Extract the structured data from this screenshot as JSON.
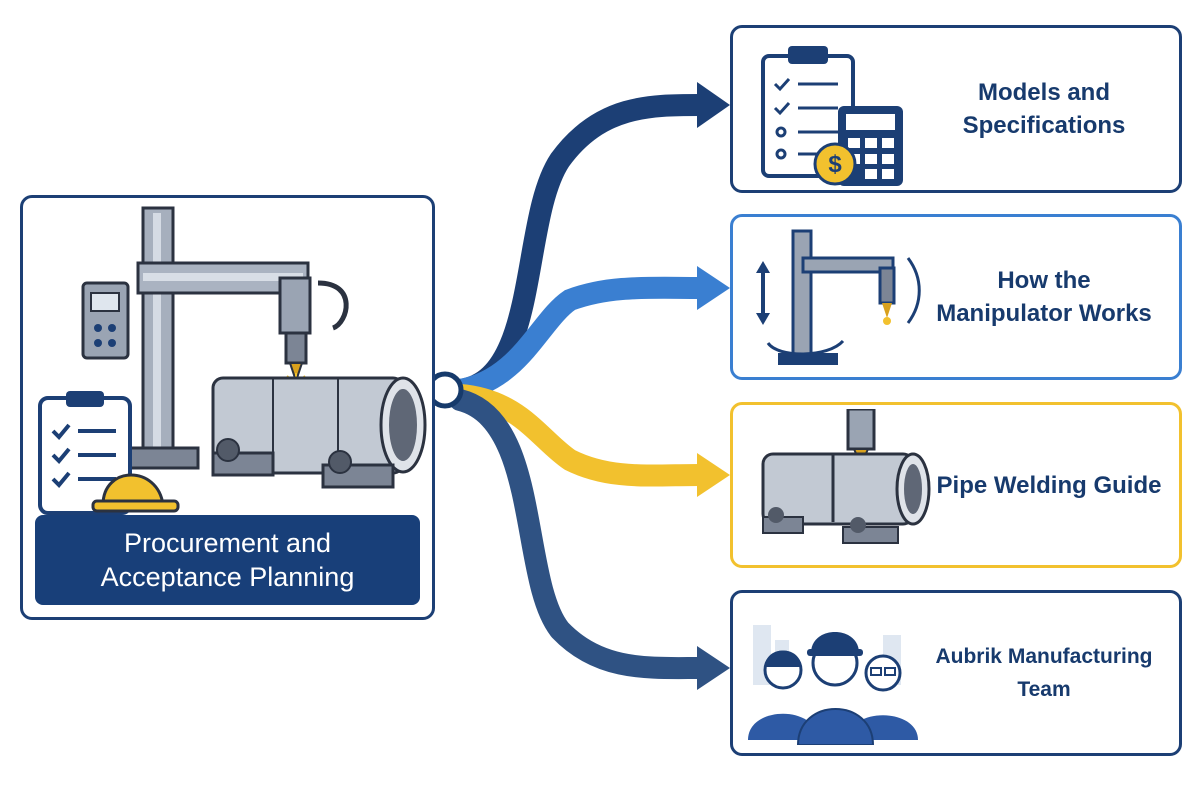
{
  "hub": {
    "line1": "Procurement and",
    "line2": "Acceptance Planning"
  },
  "nodes": [
    {
      "line1": "Models and",
      "line2": "Specifications",
      "color": "#1c3f75",
      "icon": "clipboard-calculator-icon"
    },
    {
      "line1": "How the",
      "line2": "Manipulator Works",
      "color": "#3a7fd1",
      "icon": "manipulator-icon"
    },
    {
      "line1": "Pipe Welding Guide",
      "line2": "",
      "color": "#f2c12e",
      "icon": "pipe-welding-icon"
    },
    {
      "line1": "Aubrik Manufacturing Team",
      "line2": "",
      "color": "#1c3f75",
      "icon": "team-icon"
    }
  ],
  "colors": {
    "navy": "#1c3f75",
    "blue": "#3a7fd1",
    "yellow": "#f2c12e",
    "slate": "#2f5283"
  }
}
